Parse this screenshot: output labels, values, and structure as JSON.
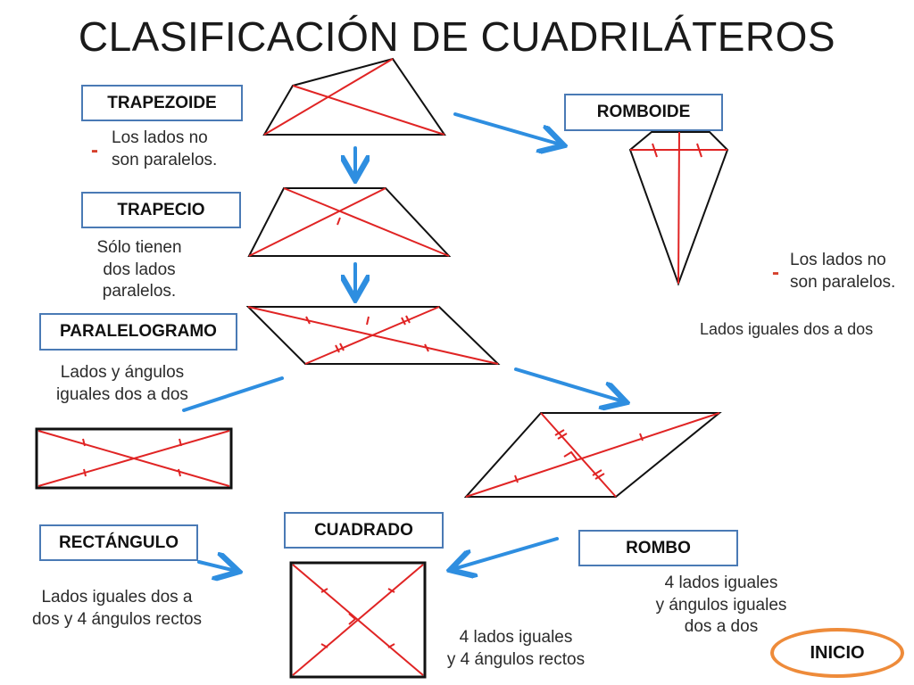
{
  "title": "CLASIFICACIÓN DE CUADRILÁTEROS",
  "labels": {
    "trapezoide": "TRAPEZOIDE",
    "romboide": "ROMBOIDE",
    "trapecio": "TRAPECIO",
    "paralelogramo": "PARALELOGRAMO",
    "cuadrado": "CUADRADO",
    "rectangulo": "RECTÁNGULO",
    "rombo": "ROMBO"
  },
  "notes": {
    "trapezoide_dash": "-",
    "trapezoide_line1": "Los lados no",
    "trapezoide_line2": "son paralelos.",
    "trapecio_line1": "Sólo tienen",
    "trapecio_line2": "dos lados",
    "trapecio_line3": "paralelos.",
    "paralelogramo_line1": "Lados y ángulos",
    "paralelogramo_line2": "iguales dos a dos",
    "romboide_dash": "-",
    "romboide_line1": "Los lados no",
    "romboide_line2": "son paralelos.",
    "romboide_line3": "Lados iguales dos a  dos",
    "rectangulo_line1": "Lados iguales dos a",
    "rectangulo_line2": "dos y 4 ángulos rectos",
    "cuadrado_line1": "4 lados iguales",
    "cuadrado_line2": "y 4 ángulos rectos",
    "rombo_line1": "4 lados iguales",
    "rombo_line2": "y ángulos iguales",
    "rombo_line3": "dos a dos"
  },
  "button": {
    "inicio": "INICIO"
  },
  "colors": {
    "arrow": "#2e8ee0",
    "diagonal": "#e02424",
    "box_border": "#4a7ab5",
    "inicio_border": "#ee8b3a"
  },
  "icons": {
    "arrow": "blue-arrow-icon"
  }
}
